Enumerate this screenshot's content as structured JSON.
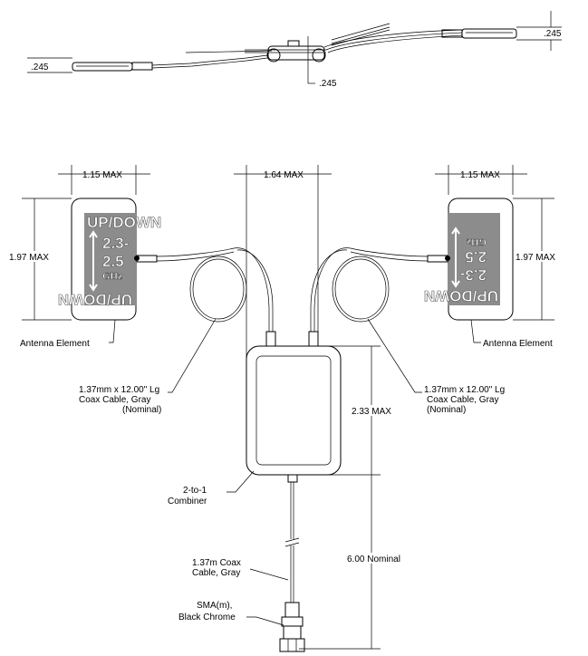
{
  "side_view": {
    "dim_left": ".245",
    "dim_center": ".245",
    "dim_right": ".245"
  },
  "top_view": {
    "dim_left_width": "1.15 MAX",
    "dim_center_width": "1.64 MAX",
    "dim_right_width": "1.15 MAX",
    "dim_left_height": "1.97 MAX",
    "dim_right_height": "1.97 MAX",
    "dim_combiner_height": "2.33 MAX",
    "dim_cable_length": "6.00 Nominal"
  },
  "element_markings": {
    "updown": "UP/DOWN",
    "band_line1": "2.3-",
    "band_line2": "2.5",
    "unit": "GHz"
  },
  "callouts": {
    "antenna_left": "Antenna Element",
    "antenna_right": "Antenna Element",
    "coax_left": [
      "1.37mm x 12.00\" Lg",
      "Coax Cable, Gray",
      "(Nominal)"
    ],
    "coax_right": [
      "1.37mm x 12.00\" Lg",
      "Coax Cable, Gray",
      "(Nominal)"
    ],
    "combiner": [
      "2-to-1",
      "Combiner"
    ],
    "output_cable": [
      "1.37m Coax",
      "Cable, Gray"
    ],
    "connector": [
      "SMA(m),",
      "Black Chrome"
    ]
  }
}
